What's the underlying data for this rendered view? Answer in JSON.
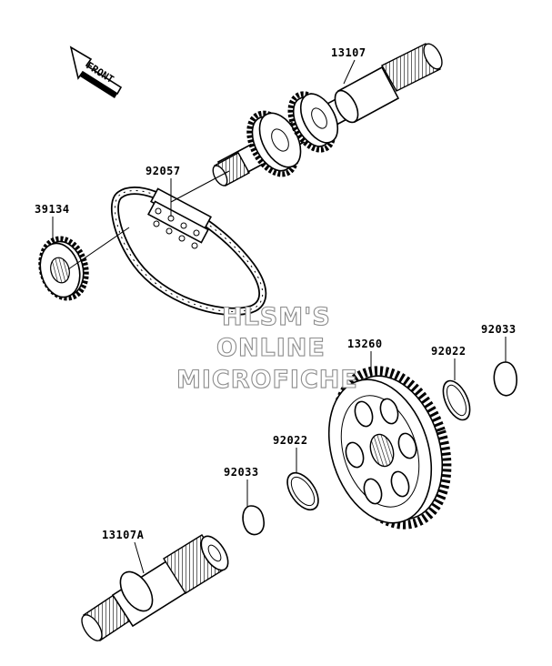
{
  "front_label": "FRONT",
  "watermark": [
    "HLSM'S",
    "ONLINE",
    "MICROFICHE"
  ],
  "parts": [
    {
      "id": "shaft_upper",
      "number": "13107"
    },
    {
      "id": "chain",
      "number": "92057"
    },
    {
      "id": "sprocket",
      "number": "39134"
    },
    {
      "id": "gear",
      "number": "13260"
    },
    {
      "id": "circlip_right",
      "number": "92033"
    },
    {
      "id": "ring_right",
      "number": "92022"
    },
    {
      "id": "ring_left",
      "number": "92022"
    },
    {
      "id": "circlip_left",
      "number": "92033"
    },
    {
      "id": "shaft_lower",
      "number": "13107A"
    }
  ]
}
